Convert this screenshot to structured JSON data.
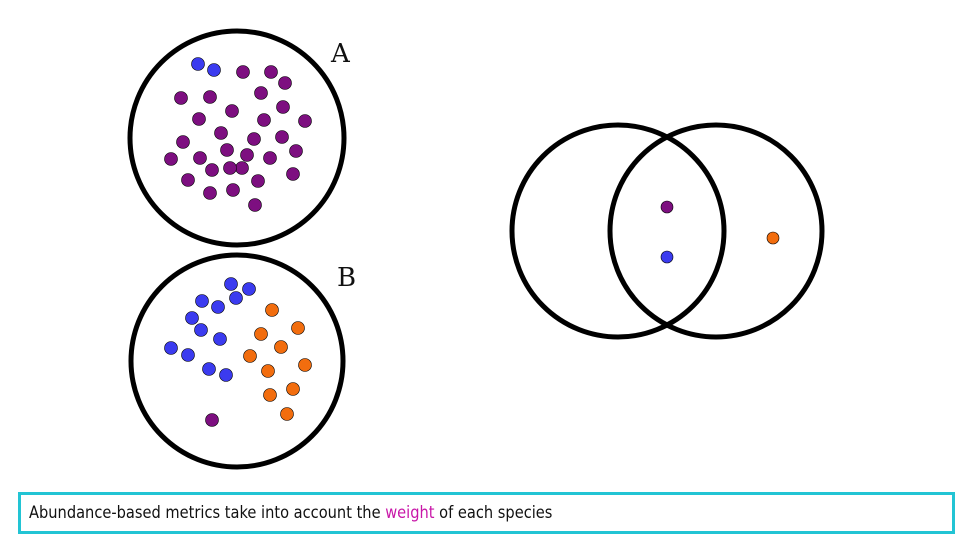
{
  "colors": {
    "species_1": "#3b3bef",
    "species_2": "#7d0f80",
    "species_3": "#f26d0e",
    "caption_border": "#22c4d4",
    "highlight": "#c817a8"
  },
  "community_a": {
    "label": "A",
    "counts": {
      "species_1": 2,
      "species_2": 30
    }
  },
  "community_b": {
    "label": "B",
    "counts": {
      "species_1": 12,
      "species_2": 1,
      "species_3": 10
    }
  },
  "venn": {
    "left_only": [],
    "shared": [
      "species_2",
      "species_1"
    ],
    "right_only": [
      "species_3"
    ]
  },
  "caption": {
    "before": "Abundance-based metrics take into account the ",
    "highlight": "weight",
    "after": " of each species"
  }
}
